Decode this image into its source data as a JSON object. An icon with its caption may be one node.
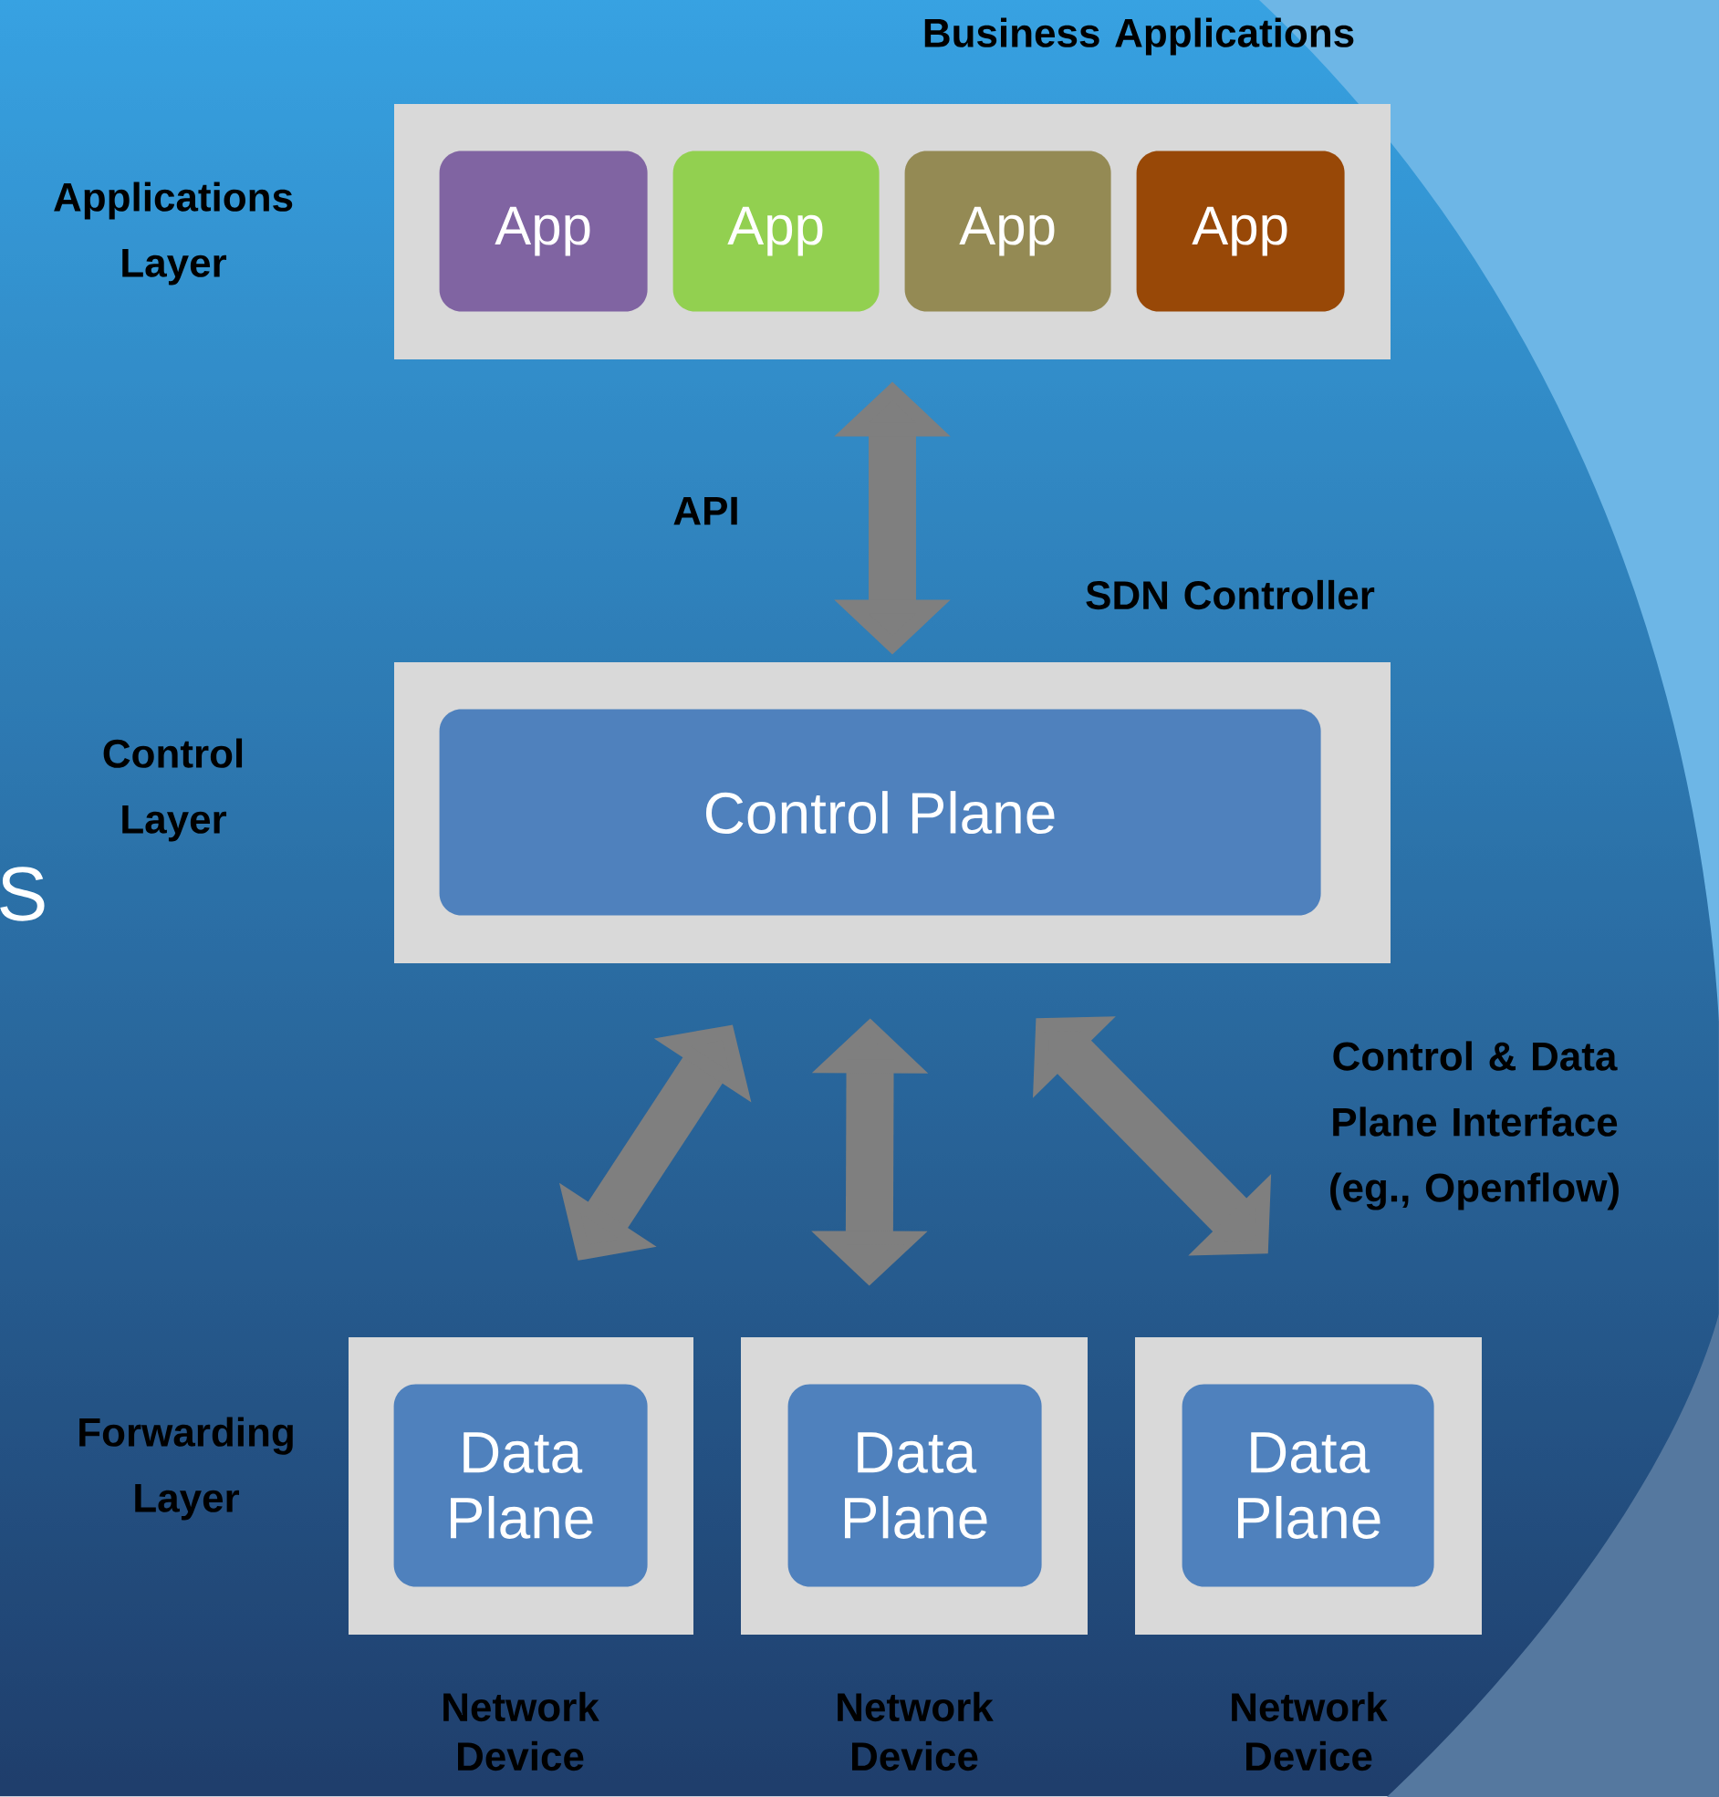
{
  "diagram": {
    "nodes": [
      {
        "text": [
          "Business Applications"
        ]
      },
      {
        "text": [
          "App"
        ],
        "in": 0
      },
      {
        "text": [
          "App"
        ],
        "in": 0
      },
      {
        "text": [
          "App"
        ],
        "in": 0
      },
      {
        "text": [
          "App"
        ],
        "in": 0
      },
      {
        "text": [
          "SDN Controller"
        ]
      },
      {
        "text": [
          "Control Plane"
        ],
        "in": 5
      },
      {
        "text": [
          "Network Device"
        ]
      },
      {
        "text": [
          "Data Plane"
        ],
        "in": 7
      },
      {
        "text": [
          "Network Device"
        ]
      },
      {
        "text": [
          "Data Plane"
        ],
        "in": 9
      },
      {
        "text": [
          "Network Device"
        ]
      },
      {
        "text": [
          "Data Plane"
        ],
        "in": 11
      }
    ],
    "edges": [
      {
        "from": 0,
        "to": 5,
        "arrow": "both",
        "label": "API"
      },
      {
        "from": 5,
        "to": 7,
        "arrow": "both"
      },
      {
        "from": 5,
        "to": 9,
        "arrow": "both"
      },
      {
        "from": 5,
        "to": 11,
        "arrow": "both"
      }
    ],
    "labels": [
      "Applications Layer",
      "S",
      "Control Layer",
      "Control & Data Plane Interface (eg., Openflow)",
      "Forwarding Layer"
    ]
  }
}
